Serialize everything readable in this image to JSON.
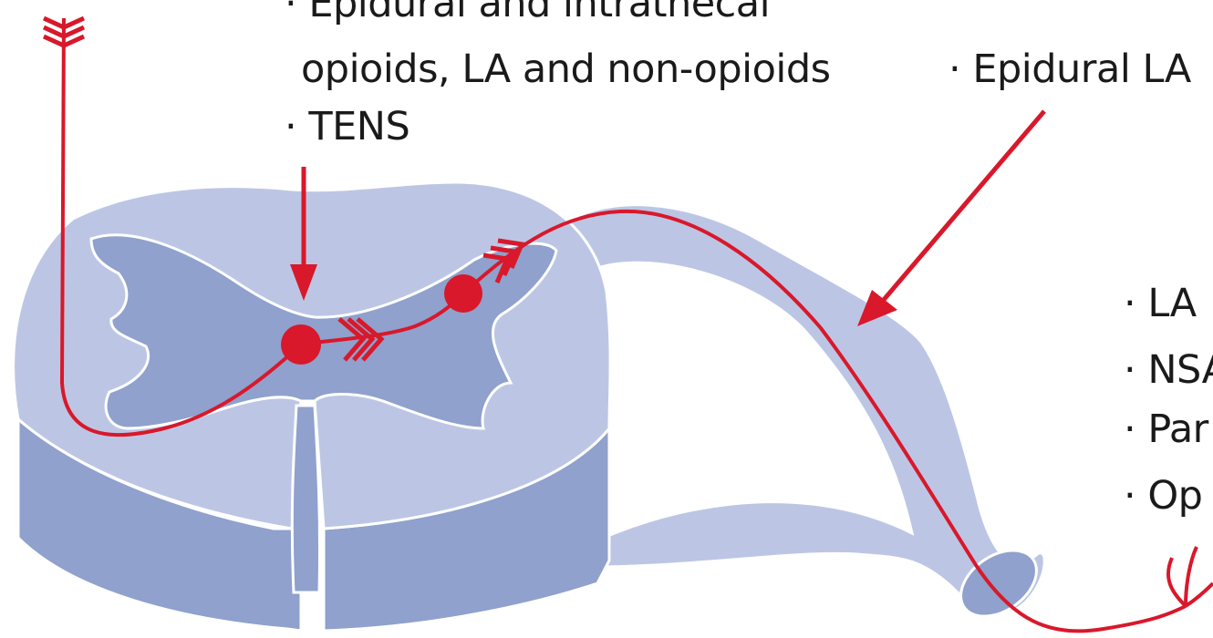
{
  "labels": {
    "central_line1": "· Epidural and intrathecal",
    "central_line2": "opioids, LA and non-opioids",
    "central_line3": "· TENS",
    "epidural": "· Epidural LA",
    "peripheral": [
      "· LA",
      "· NSA",
      "· Par",
      "· Op"
    ]
  },
  "colors": {
    "cord_light": "#bcc6e4",
    "cord_dark": "#8fa1cc",
    "outline": "#ffffff",
    "pathway": "#d9182b",
    "text": "#1a1a1a"
  }
}
